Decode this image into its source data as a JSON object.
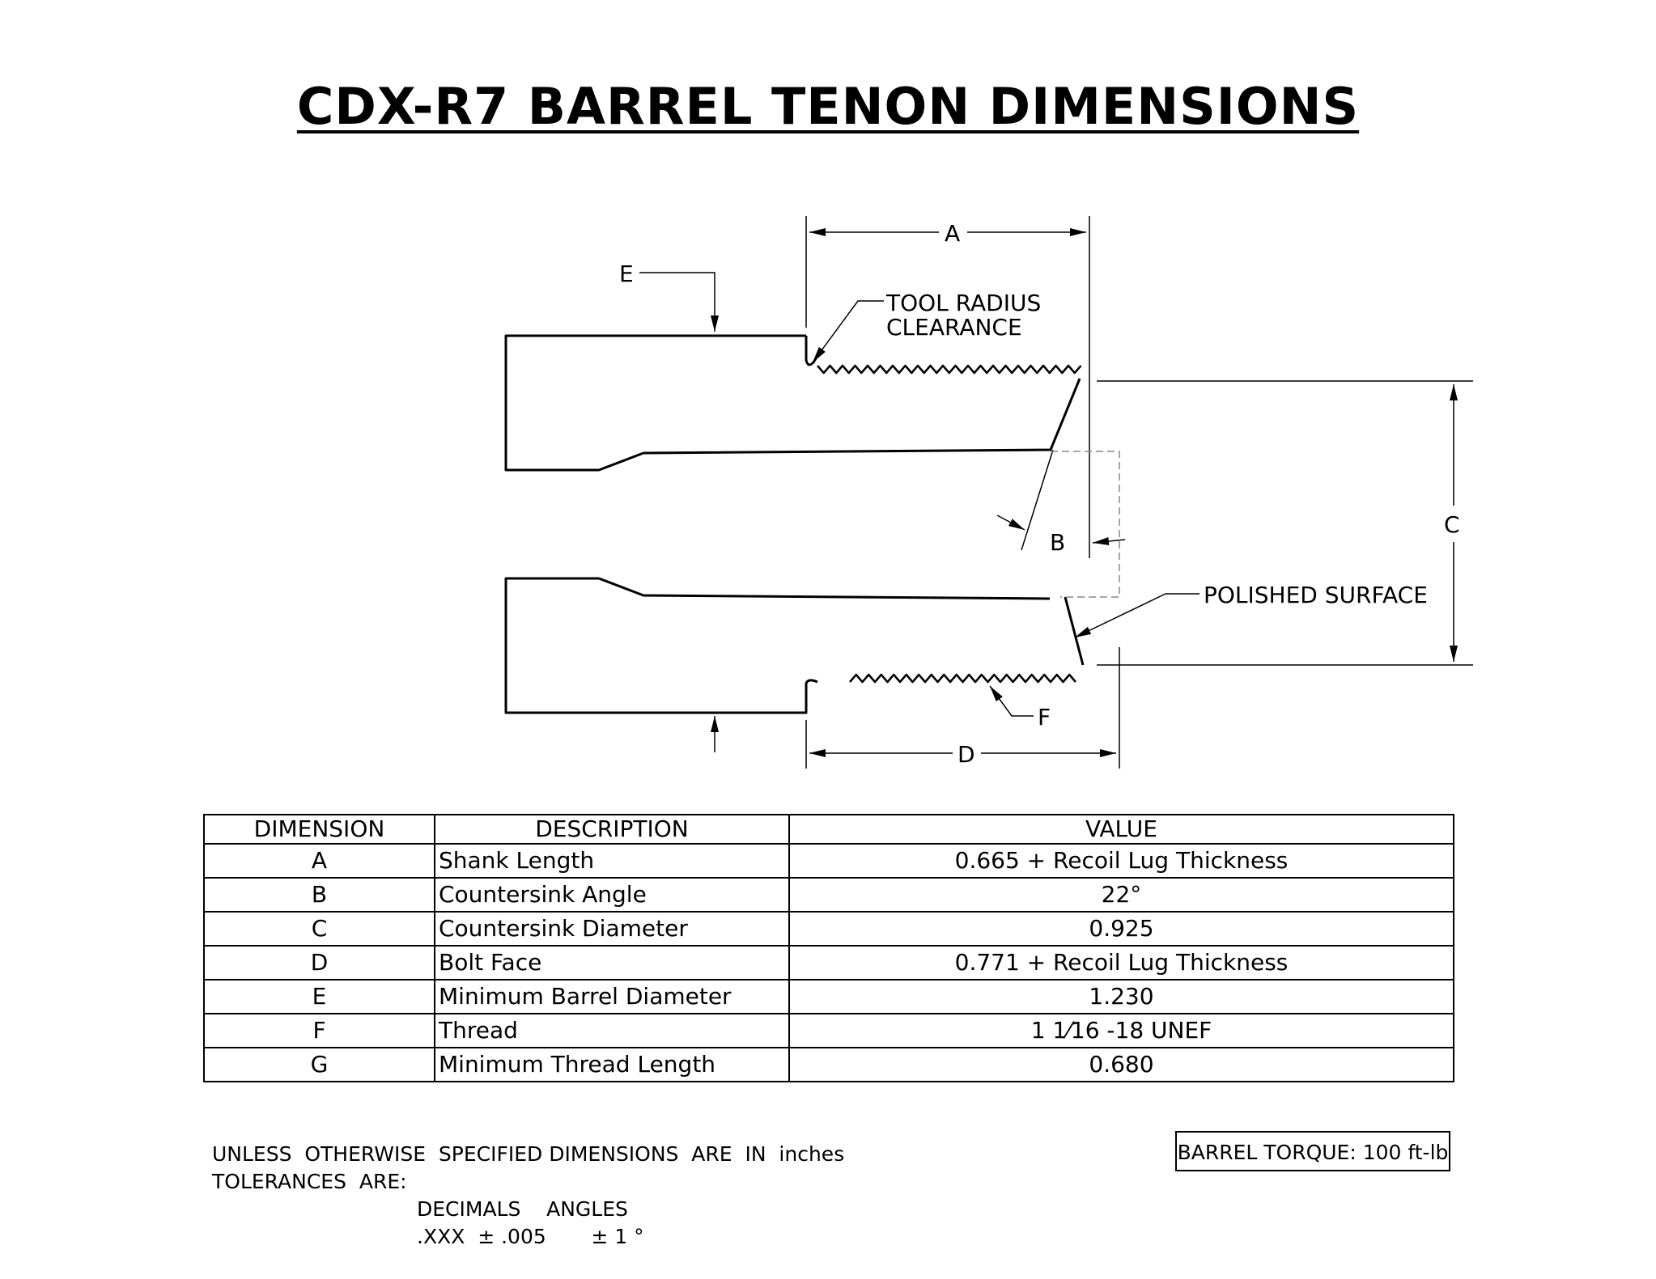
{
  "title": "CDX-R7 BARREL TENON DIMENSIONS",
  "drawing": {
    "label_a": "A",
    "label_b": "B",
    "label_c": "C",
    "label_d": "D",
    "label_e": "E",
    "label_f": "F",
    "callout_tool_radius_line1": "TOOL RADIUS",
    "callout_tool_radius_line2": "CLEARANCE",
    "callout_polished": "POLISHED SURFACE"
  },
  "table": {
    "headers": [
      "DIMENSION",
      "DESCRIPTION",
      "VALUE"
    ],
    "rows": [
      {
        "dim": "A",
        "desc": "Shank Length",
        "value": "0.665 + Recoil Lug Thickness"
      },
      {
        "dim": "B",
        "desc": "Countersink Angle",
        "value": "22°"
      },
      {
        "dim": "C",
        "desc": "Countersink Diameter",
        "value": "0.925"
      },
      {
        "dim": "D",
        "desc": "Bolt Face",
        "value": "0.771 + Recoil Lug Thickness"
      },
      {
        "dim": "E",
        "desc": "Minimum Barrel Diameter",
        "value": "1.230"
      },
      {
        "dim": "F",
        "desc": "Thread",
        "value": "1 1⁄16 -18  UNEF"
      },
      {
        "dim": "G",
        "desc": "Minimum Thread Length",
        "value": "0.680"
      }
    ]
  },
  "notes": {
    "line1": "UNLESS  OTHERWISE  SPECIFIED DIMENSIONS  ARE  IN  inches",
    "line2": "TOLERANCES  ARE:",
    "line3": "DECIMALS    ANGLES",
    "line4": ".XXX  ± .005       ± 1 °"
  },
  "torque": "BARREL TORQUE: 100 ft-lb"
}
